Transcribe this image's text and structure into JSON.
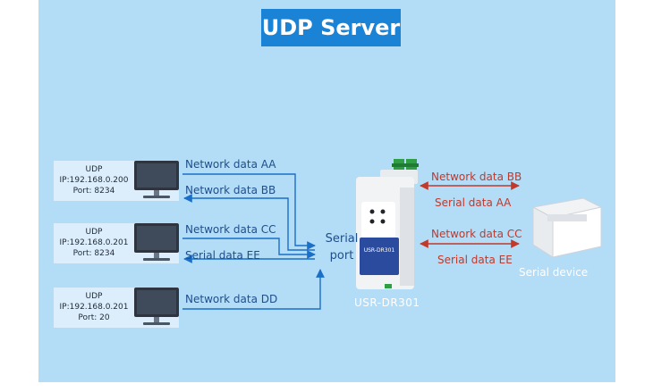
{
  "title": "UDP Server",
  "hosts": [
    {
      "protocol": "UDP",
      "ip": "IP:192.168.0.200",
      "port": "Port: 8234"
    },
    {
      "protocol": "UDP",
      "ip": "IP:192.168.0.201",
      "port": "Port: 8234"
    },
    {
      "protocol": "UDP",
      "ip": "IP:192.168.0.201",
      "port": "Port: 20"
    }
  ],
  "left_flows": [
    "Network data AA",
    "Network data BB",
    "Network data CC",
    "Serial data EE",
    "Network data DD"
  ],
  "serial_port": {
    "line1": "Serial",
    "line2": "port"
  },
  "device": {
    "name": "USR-DR301",
    "panel_text": "USR-DR301"
  },
  "right_flows": [
    "Network data BB",
    "Serial data AA",
    "Network data CC",
    "Serial data EE"
  ],
  "serial_device": "Serial device",
  "colors": {
    "background": "#b3dcf6",
    "title_bg": "#1a83d6",
    "arrow_blue": "#1a6fc9",
    "arrow_red": "#c0392b"
  }
}
